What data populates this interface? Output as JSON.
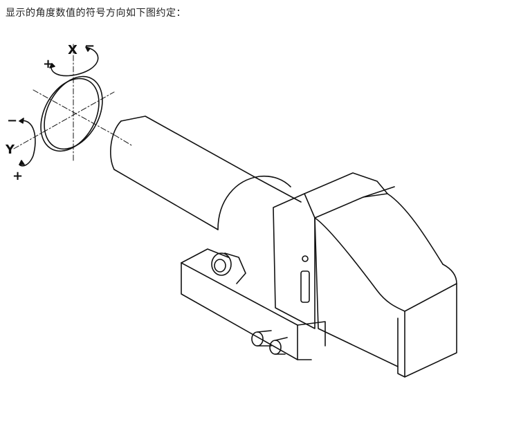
{
  "caption": "显示的角度数值的符号方向如下图约定：",
  "axes": {
    "x_label": "X",
    "y_label": "Y",
    "x_plus": "+",
    "x_minus": "−",
    "y_plus": "+",
    "y_minus": "−"
  },
  "colors": {
    "line": "#111111",
    "background": "#ffffff"
  }
}
